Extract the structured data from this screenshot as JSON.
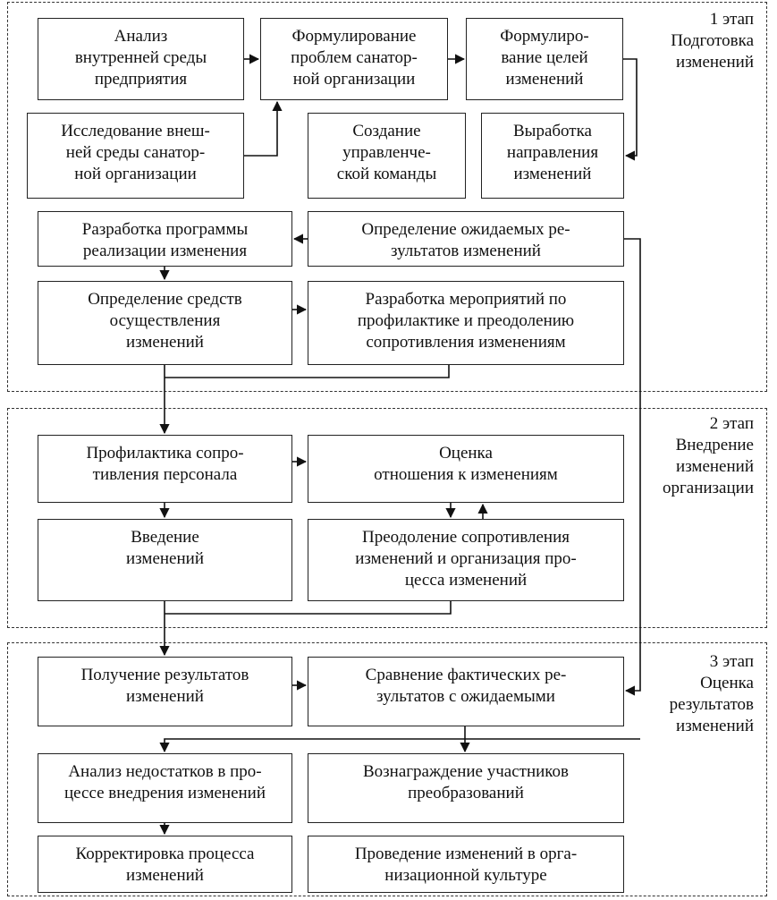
{
  "stages": [
    {
      "id": "stage1",
      "label": "1 этап\nПодготовка\nизменений"
    },
    {
      "id": "stage2",
      "label": "2 этап\nВнедрение\nизменений\nорганизации"
    },
    {
      "id": "stage3",
      "label": "3 этап\nОценка\nрезультатов\nизменений"
    }
  ],
  "boxes": {
    "internal_analysis": "Анализ\nвнутренней среды\nпредприятия",
    "problem_formulation": "Формулирование\nпроблем санатор-\nной организации",
    "goals_formulation": "Формулиро-\nвание целей\nизменений",
    "external_research": "Исследование внеш-\nней среды санатор-\nной организации",
    "management_team": "Создание\nуправленче-\nской команды",
    "change_directions": "Выработка\nнаправления\nизменений",
    "program_development": "Разработка программы\nреализации изменения",
    "expected_results": "Определение ожидаемых ре-\nзультатов изменений",
    "means_definition": "Определение средств\nосуществления\nизменений",
    "resistance_measures": "Разработка мероприятий по\nпрофилактике и преодолению\nсопротивления изменениям",
    "resistance_prevention": "Профилактика сопро-\nтивления персонала",
    "attitude_assessment": "Оценка\nотношения к изменениям",
    "change_introduction": "Введение\nизменений",
    "resistance_overcoming": "Преодоление сопротивления\nизменений и организация про-\nцесса изменений",
    "results_obtaining": "Получение результатов\nизменений",
    "results_comparison": "Сравнение фактических ре-\nзультатов с ожидаемыми",
    "shortcomings_analysis": "Анализ недостатков в про-\nцессе внедрения изменений",
    "participants_reward": "Вознаграждение участников\nпреобразований",
    "process_correction": "Корректировка процесса\nизменений",
    "culture_changes": "Проведение изменений в орга-\nнизационной культуре"
  }
}
